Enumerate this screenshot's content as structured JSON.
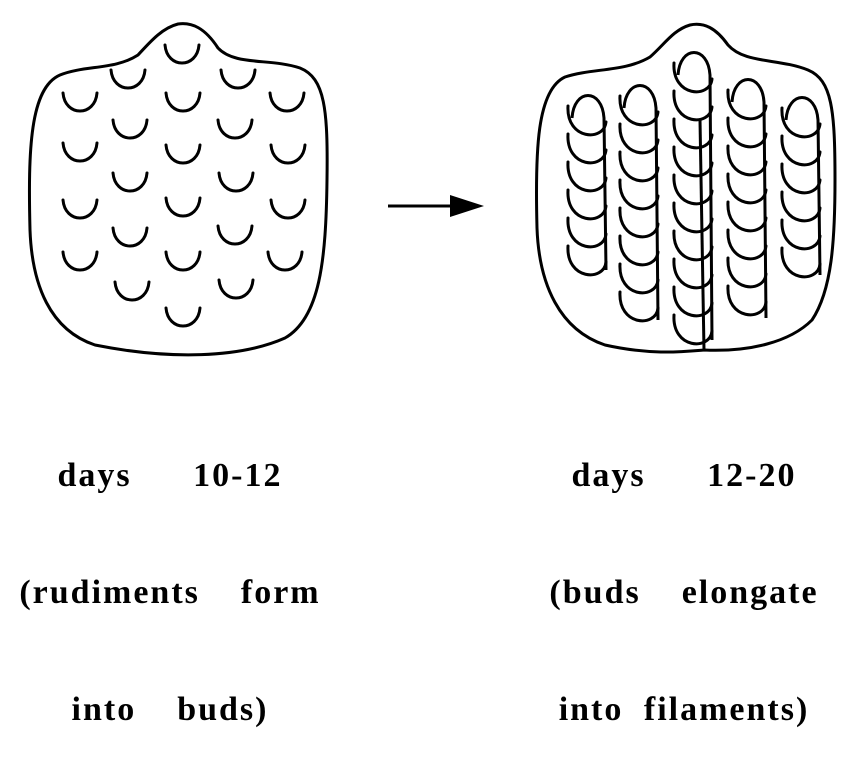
{
  "panels": [
    {
      "caption": [
        "days   10-12",
        "(rudiments  form",
        "into  buds)"
      ]
    },
    {
      "caption": [
        "days   12-20",
        "(buds  elongate",
        "into filaments)"
      ]
    }
  ],
  "colors": {
    "ink": "#000000",
    "background": "#ffffff"
  }
}
